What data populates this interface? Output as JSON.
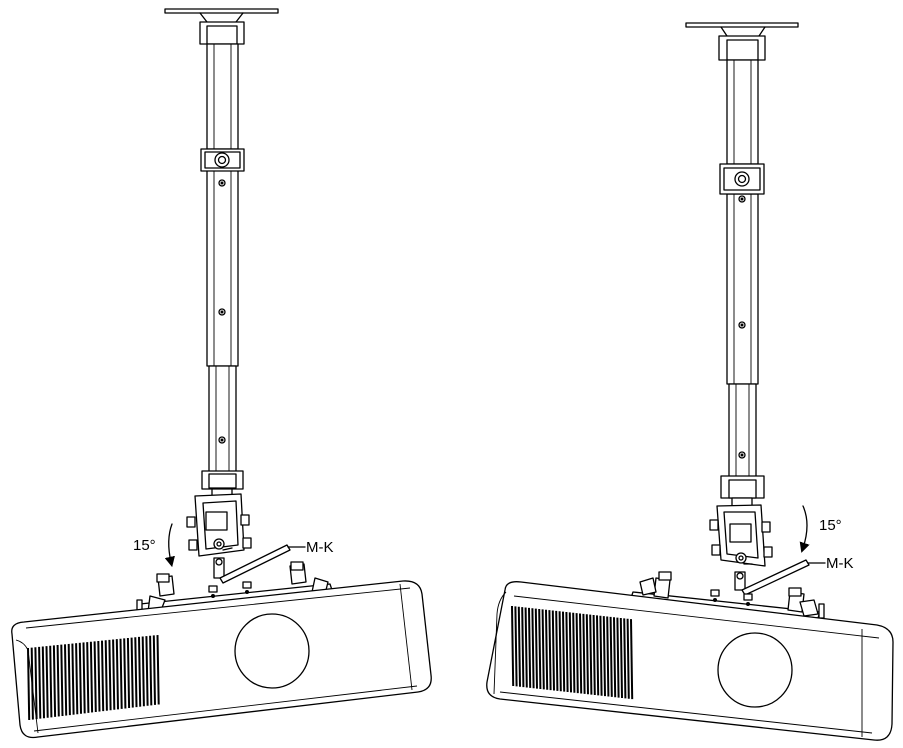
{
  "left": {
    "angle_label": "15°",
    "part_label": "M-K"
  },
  "right": {
    "angle_label": "15°",
    "part_label": "M-K"
  }
}
